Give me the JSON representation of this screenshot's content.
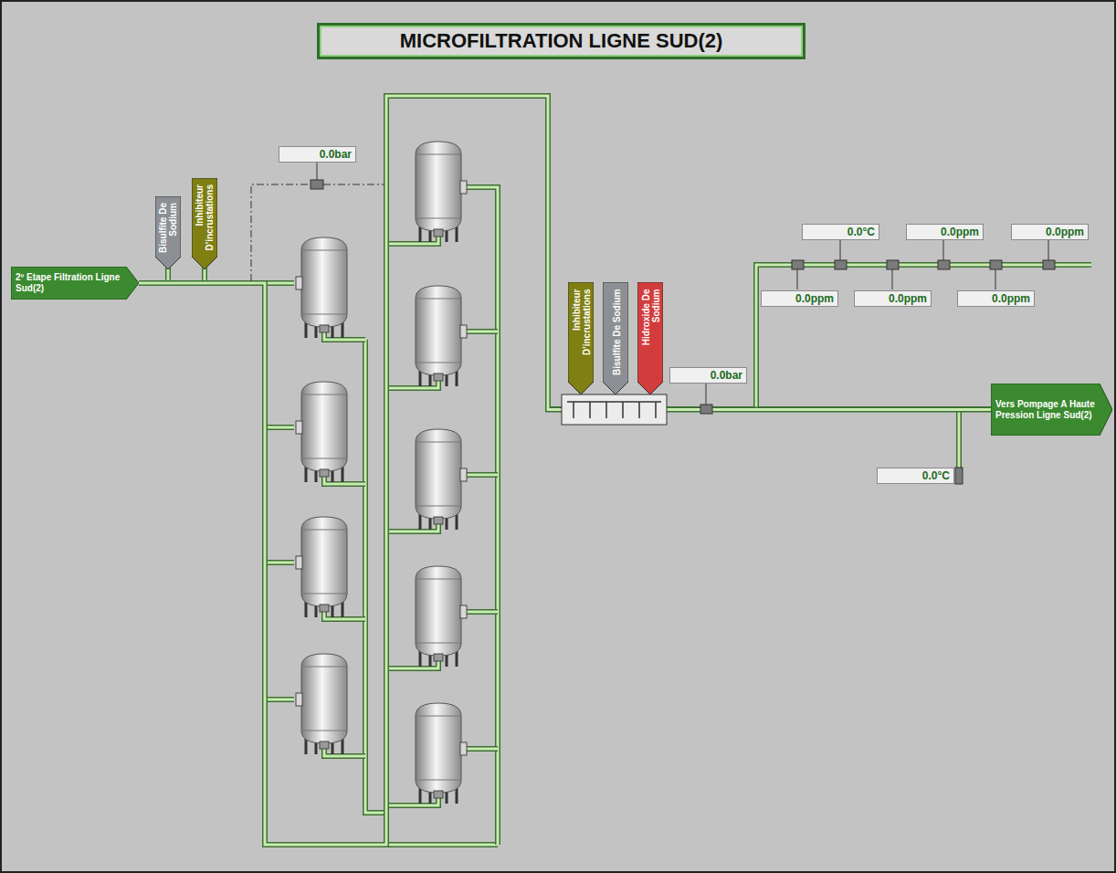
{
  "diagram": {
    "title": "MICROFILTRATION LIGNE SUD(2)",
    "nodes": [
      {
        "text": [
          "2º Etape Filtration Ligne Sud(2)"
        ]
      },
      {
        "text": [
          "Bisulfite De Sodium"
        ]
      },
      {
        "text": [
          "Inhibiteur D'incrustations"
        ]
      },
      {
        "text": [
          "0.0bar"
        ]
      },
      {
        "text": [
          "Inhibiteur D'incrustations"
        ]
      },
      {
        "text": [
          "Bisulfite De Sodium"
        ]
      },
      {
        "text": [
          "Hidroxide De Sodium"
        ]
      },
      {
        "text": [
          "0.0bar"
        ]
      },
      {
        "text": [
          "0.0°C"
        ]
      },
      {
        "text": [
          "0.0ppm"
        ]
      },
      {
        "text": [
          "0.0ppm"
        ]
      },
      {
        "text": [
          "0.0ppm"
        ]
      },
      {
        "text": [
          "0.0ppm"
        ]
      },
      {
        "text": [
          "0.0ppm"
        ]
      },
      {
        "text": [
          "Vers Pompage A Haute Pression Ligne Sud(2)"
        ]
      },
      {
        "text": [
          "0.0°C"
        ]
      }
    ],
    "edges": [
      {
        "from": 0,
        "to": 14,
        "arrow": "none"
      }
    ]
  }
}
